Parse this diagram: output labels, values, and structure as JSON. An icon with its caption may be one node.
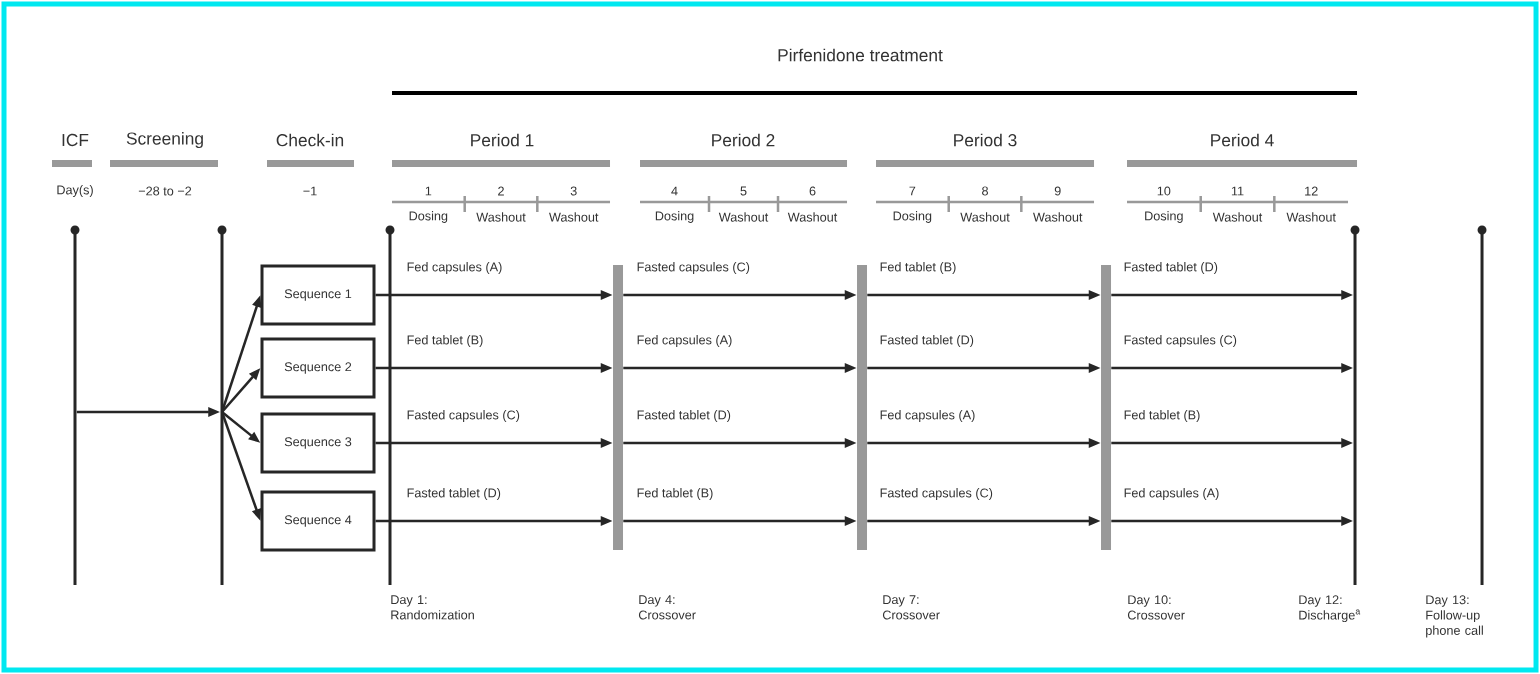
{
  "diagram": {
    "title": "Pirfenidone treatment",
    "nodes": [
      {
        "text": [],
        "shape": "bar"
      },
      {
        "text": [],
        "shape": "bar"
      },
      {
        "text": [
          "Sequence 1"
        ]
      },
      {
        "text": [
          "Sequence 2"
        ]
      },
      {
        "text": [
          "Sequence 3"
        ]
      },
      {
        "text": [
          "Sequence 4"
        ]
      },
      {
        "text": [],
        "shape": "bar"
      },
      {
        "text": [],
        "shape": "bar"
      },
      {
        "text": [],
        "shape": "bar"
      },
      {
        "text": [],
        "shape": "bar"
      }
    ],
    "edges": [
      {
        "from": 0,
        "to": 1,
        "arrow": "to"
      },
      {
        "from": 1,
        "to": 2,
        "arrow": "to"
      },
      {
        "from": 1,
        "to": 3,
        "arrow": "to"
      },
      {
        "from": 1,
        "to": 4,
        "arrow": "to"
      },
      {
        "from": 1,
        "to": 5,
        "arrow": "to"
      },
      {
        "from": 2,
        "to": 6,
        "arrow": "to",
        "label": "Fed capsules (A)"
      },
      {
        "from": 6,
        "to": 7,
        "arrow": "to",
        "label": "Fasted capsules (C)"
      },
      {
        "from": 7,
        "to": 8,
        "arrow": "to",
        "label": "Fed tablet (B)"
      },
      {
        "from": 8,
        "to": 9,
        "arrow": "to",
        "label": "Fasted tablet (D)"
      },
      {
        "from": 3,
        "to": 6,
        "arrow": "to",
        "label": "Fed tablet (B)"
      },
      {
        "from": 6,
        "to": 7,
        "arrow": "to",
        "label": "Fed capsules (A)"
      },
      {
        "from": 7,
        "to": 8,
        "arrow": "to",
        "label": "Fasted tablet (D)"
      },
      {
        "from": 8,
        "to": 9,
        "arrow": "to",
        "label": "Fasted capsules (C)"
      },
      {
        "from": 4,
        "to": 6,
        "arrow": "to",
        "label": "Fasted capsules (C)"
      },
      {
        "from": 6,
        "to": 7,
        "arrow": "to",
        "label": "Fasted tablet (D)"
      },
      {
        "from": 7,
        "to": 8,
        "arrow": "to",
        "label": "Fed capsules (A)"
      },
      {
        "from": 8,
        "to": 9,
        "arrow": "to",
        "label": "Fed tablet (B)"
      },
      {
        "from": 5,
        "to": 6,
        "arrow": "to",
        "label": "Fasted tablet (D)"
      },
      {
        "from": 6,
        "to": 7,
        "arrow": "to",
        "label": "Fed tablet (B)"
      },
      {
        "from": 7,
        "to": 8,
        "arrow": "to",
        "label": "Fasted capsules (C)"
      },
      {
        "from": 8,
        "to": 9,
        "arrow": "to",
        "label": "Fed capsules (A)"
      }
    ],
    "labels": [
      "ICF",
      "Screening",
      "Check-in",
      "Period 1",
      "Period 2",
      "Period 3",
      "Period 4",
      "Day(s)",
      "−28 to −2",
      "−1",
      "1",
      "2",
      "3",
      "4",
      "5",
      "6",
      "7",
      "8",
      "9",
      "10",
      "11",
      "12",
      "Dosing",
      "Washout",
      "Washout",
      "Dosing",
      "Washout",
      "Washout",
      "Dosing",
      "Washout",
      "Washout",
      "Dosing",
      "Washout",
      "Washout",
      "Day 1: Randomization",
      "Day 4: Crossover",
      "Day 7: Crossover",
      "Day 10: Crossover",
      "Day 12: Discharge$^{a}$",
      "Day 13: Follow-up phone call"
    ]
  }
}
